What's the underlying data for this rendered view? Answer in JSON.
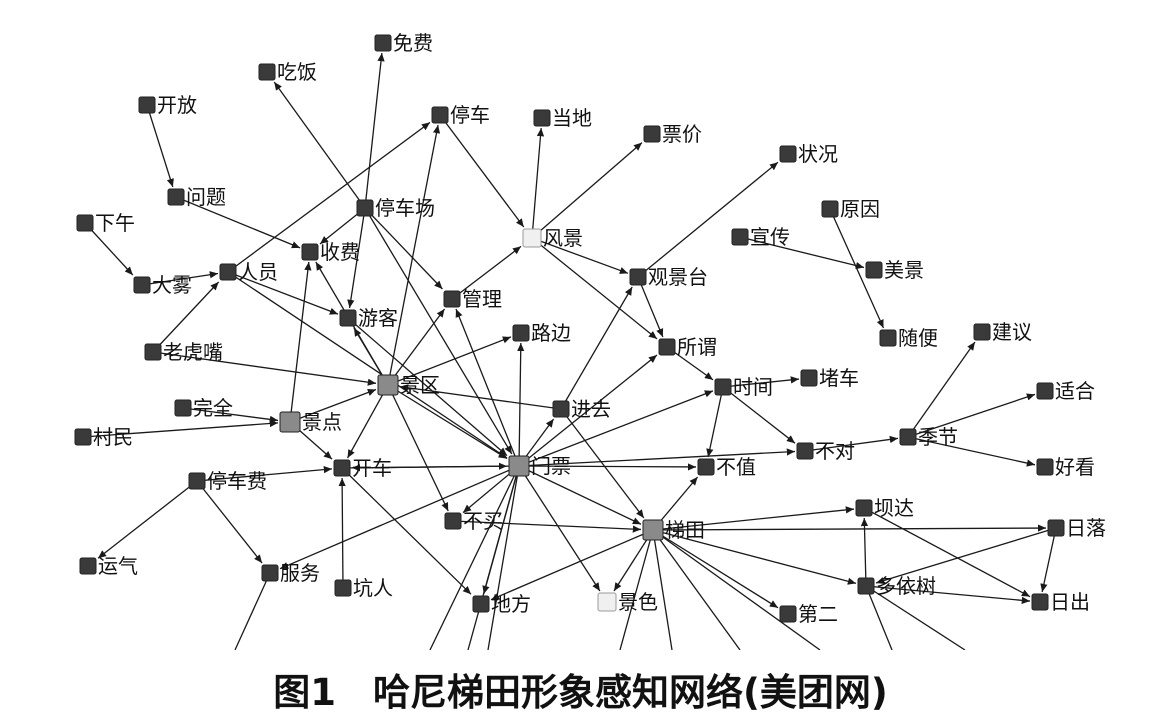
{
  "caption": "图1　哈尼梯田形象感知网络(美团网)",
  "palette": {
    "dark": "#3a3a3a",
    "mid": "#8a8a8a",
    "light": "#f0f0f0",
    "edge": "#1a1a1a"
  },
  "nodes": [
    {
      "id": "免费",
      "label": "免费",
      "shade": "dark"
    },
    {
      "id": "吃饭",
      "label": "吃饭",
      "shade": "dark"
    },
    {
      "id": "开放",
      "label": "开放",
      "shade": "dark"
    },
    {
      "id": "停车",
      "label": "停车",
      "shade": "dark"
    },
    {
      "id": "当地",
      "label": "当地",
      "shade": "dark"
    },
    {
      "id": "票价",
      "label": "票价",
      "shade": "dark"
    },
    {
      "id": "状况",
      "label": "状况",
      "shade": "dark"
    },
    {
      "id": "问题",
      "label": "问题",
      "shade": "dark"
    },
    {
      "id": "停车场",
      "label": "停车场",
      "shade": "dark"
    },
    {
      "id": "原因",
      "label": "原因",
      "shade": "dark"
    },
    {
      "id": "下午",
      "label": "下午",
      "shade": "dark"
    },
    {
      "id": "风景",
      "label": "风景",
      "shade": "light"
    },
    {
      "id": "宣传",
      "label": "宣传",
      "shade": "dark"
    },
    {
      "id": "收费",
      "label": "收费",
      "shade": "dark"
    },
    {
      "id": "人员",
      "label": "人员",
      "shade": "dark"
    },
    {
      "id": "大雾",
      "label": "大雾",
      "shade": "dark"
    },
    {
      "id": "观景台",
      "label": "观景台",
      "shade": "dark"
    },
    {
      "id": "美景",
      "label": "美景",
      "shade": "dark"
    },
    {
      "id": "管理",
      "label": "管理",
      "shade": "dark"
    },
    {
      "id": "游客",
      "label": "游客",
      "shade": "dark"
    },
    {
      "id": "路边",
      "label": "路边",
      "shade": "dark"
    },
    {
      "id": "随便",
      "label": "随便",
      "shade": "dark"
    },
    {
      "id": "建议",
      "label": "建议",
      "shade": "dark"
    },
    {
      "id": "老虎嘴",
      "label": "老虎嘴",
      "shade": "dark"
    },
    {
      "id": "所谓",
      "label": "所谓",
      "shade": "dark"
    },
    {
      "id": "景区",
      "label": "景区",
      "shade": "mid"
    },
    {
      "id": "时间",
      "label": "时间",
      "shade": "dark"
    },
    {
      "id": "堵车",
      "label": "堵车",
      "shade": "dark"
    },
    {
      "id": "适合",
      "label": "适合",
      "shade": "dark"
    },
    {
      "id": "完全",
      "label": "完全",
      "shade": "dark"
    },
    {
      "id": "进去",
      "label": "进去",
      "shade": "dark"
    },
    {
      "id": "景点",
      "label": "景点",
      "shade": "mid"
    },
    {
      "id": "村民",
      "label": "村民",
      "shade": "dark"
    },
    {
      "id": "季节",
      "label": "季节",
      "shade": "dark"
    },
    {
      "id": "不对",
      "label": "不对",
      "shade": "dark"
    },
    {
      "id": "开车",
      "label": "开车",
      "shade": "dark"
    },
    {
      "id": "门票",
      "label": "门票",
      "shade": "mid"
    },
    {
      "id": "不值",
      "label": "不值",
      "shade": "dark"
    },
    {
      "id": "好看",
      "label": "好看",
      "shade": "dark"
    },
    {
      "id": "停车费",
      "label": "停车费",
      "shade": "dark"
    },
    {
      "id": "坝达",
      "label": "坝达",
      "shade": "dark"
    },
    {
      "id": "不买",
      "label": "不买",
      "shade": "dark"
    },
    {
      "id": "梯田",
      "label": "梯田",
      "shade": "mid"
    },
    {
      "id": "日落",
      "label": "日落",
      "shade": "dark"
    },
    {
      "id": "运气",
      "label": "运气",
      "shade": "dark"
    },
    {
      "id": "服务",
      "label": "服务",
      "shade": "dark"
    },
    {
      "id": "坑人",
      "label": "坑人",
      "shade": "dark"
    },
    {
      "id": "多依树",
      "label": "多依树",
      "shade": "dark"
    },
    {
      "id": "地方",
      "label": "地方",
      "shade": "dark"
    },
    {
      "id": "景色",
      "label": "景色",
      "shade": "light"
    },
    {
      "id": "第二",
      "label": "第二",
      "shade": "dark"
    },
    {
      "id": "日出",
      "label": "日出",
      "shade": "dark"
    }
  ],
  "edges": [
    [
      "开放",
      "问题"
    ],
    [
      "问题",
      "收费"
    ],
    [
      "下午",
      "大雾"
    ],
    [
      "大雾",
      "人员"
    ],
    [
      "人员",
      "停车"
    ],
    [
      "人员",
      "游客"
    ],
    [
      "人员",
      "门票"
    ],
    [
      "老虎嘴",
      "人员"
    ],
    [
      "停车场",
      "吃饭"
    ],
    [
      "停车场",
      "免费"
    ],
    [
      "停车场",
      "收费"
    ],
    [
      "停车场",
      "游客"
    ],
    [
      "停车场",
      "管理"
    ],
    [
      "停车场",
      "门票"
    ],
    [
      "停车",
      "风景"
    ],
    [
      "景区",
      "停车"
    ],
    [
      "景区",
      "收费"
    ],
    [
      "景区",
      "游客"
    ],
    [
      "景区",
      "管理"
    ],
    [
      "景区",
      "路边"
    ],
    [
      "景区",
      "门票"
    ],
    [
      "景区",
      "开车"
    ],
    [
      "景区",
      "不买"
    ],
    [
      "老虎嘴",
      "景区"
    ],
    [
      "完全",
      "景点"
    ],
    [
      "景点",
      "景区"
    ],
    [
      "景点",
      "收费"
    ],
    [
      "景点",
      "开车"
    ],
    [
      "村民",
      "景点"
    ],
    [
      "风景",
      "当地"
    ],
    [
      "风景",
      "票价"
    ],
    [
      "风景",
      "观景台"
    ],
    [
      "风景",
      "所谓"
    ],
    [
      "管理",
      "风景"
    ],
    [
      "观景台",
      "状况"
    ],
    [
      "宣传",
      "美景"
    ],
    [
      "原因",
      "随便"
    ],
    [
      "观景台",
      "所谓"
    ],
    [
      "所谓",
      "时间"
    ],
    [
      "门票",
      "所谓"
    ],
    [
      "时间",
      "堵车"
    ],
    [
      "时间",
      "不对"
    ],
    [
      "时间",
      "不值"
    ],
    [
      "门票",
      "时间"
    ],
    [
      "游客",
      "门票"
    ],
    [
      "门票",
      "管理"
    ],
    [
      "门票",
      "路边"
    ],
    [
      "门票",
      "进去"
    ],
    [
      "门票",
      "开车"
    ],
    [
      "门票",
      "不值"
    ],
    [
      "门票",
      "不对"
    ],
    [
      "门票",
      "不买"
    ],
    [
      "门票",
      "梯田"
    ],
    [
      "门票",
      "地方"
    ],
    [
      "门票",
      "服务"
    ],
    [
      "门票",
      "景色"
    ],
    [
      "进去",
      "景区"
    ],
    [
      "进去",
      "观景台"
    ],
    [
      "进去",
      "梯田"
    ],
    [
      "开车",
      "门票"
    ],
    [
      "开车",
      "地方"
    ],
    [
      "停车费",
      "开车"
    ],
    [
      "停车费",
      "运气"
    ],
    [
      "停车费",
      "服务"
    ],
    [
      "坑人",
      "开车"
    ],
    [
      "不买",
      "梯田"
    ],
    [
      "不对",
      "季节"
    ],
    [
      "季节",
      "建议"
    ],
    [
      "季节",
      "适合"
    ],
    [
      "季节",
      "好看"
    ],
    [
      "梯田",
      "坝达"
    ],
    [
      "梯田",
      "日落"
    ],
    [
      "梯田",
      "多依树"
    ],
    [
      "梯田",
      "第二"
    ],
    [
      "梯田",
      "地方"
    ],
    [
      "梯田",
      "不值"
    ],
    [
      "多依树",
      "坝达"
    ],
    [
      "多依树",
      "日出"
    ],
    [
      "坝达",
      "日出"
    ],
    [
      "日落",
      "日出"
    ],
    [
      "日落",
      "多依树"
    ],
    [
      "梯田",
      "景色"
    ]
  ],
  "stubs": [
    [
      "服务",
      "down-left"
    ],
    [
      "门票",
      "down-left-a"
    ],
    [
      "门票",
      "down-left-b"
    ],
    [
      "门票",
      "down-a"
    ],
    [
      "梯田",
      "down-left"
    ],
    [
      "梯田",
      "down-a"
    ],
    [
      "梯田",
      "down-b"
    ],
    [
      "梯田",
      "down-right"
    ],
    [
      "多依树",
      "down-a"
    ],
    [
      "多依树",
      "down-right"
    ]
  ]
}
